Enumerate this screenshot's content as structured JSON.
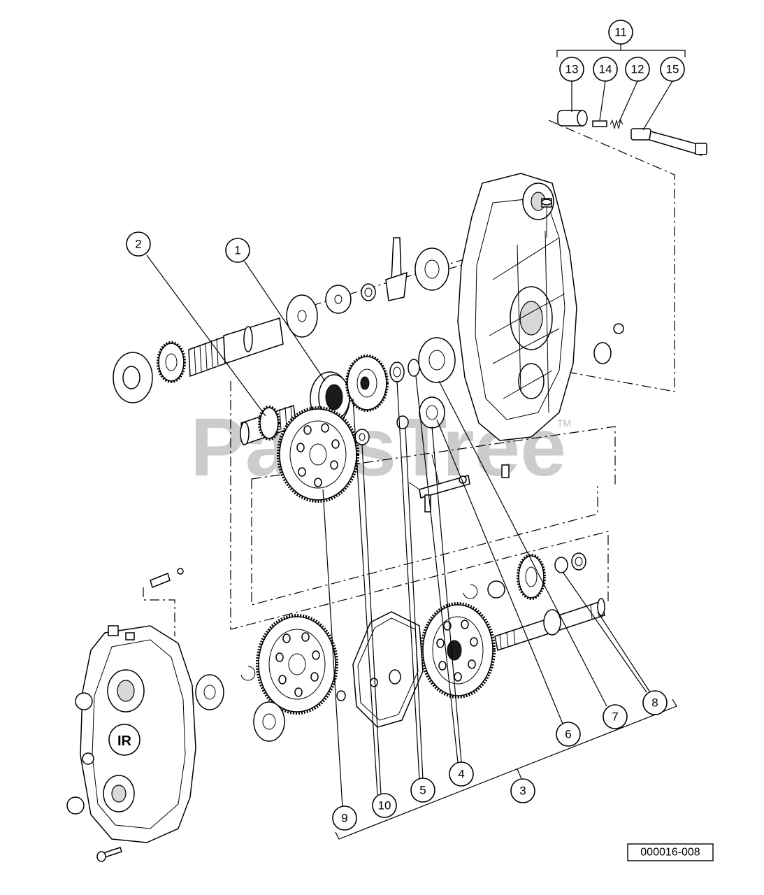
{
  "figure_id": "000016-008",
  "watermark": {
    "text": "PartsTree",
    "trademark": "TM"
  },
  "callouts": [
    {
      "id": "1",
      "label": "1"
    },
    {
      "id": "2",
      "label": "2"
    },
    {
      "id": "3",
      "label": "3"
    },
    {
      "id": "4",
      "label": "4"
    },
    {
      "id": "5",
      "label": "5"
    },
    {
      "id": "6",
      "label": "6"
    },
    {
      "id": "7",
      "label": "7"
    },
    {
      "id": "8",
      "label": "8"
    },
    {
      "id": "9",
      "label": "9"
    },
    {
      "id": "10",
      "label": "10"
    },
    {
      "id": "11",
      "label": "11"
    },
    {
      "id": "12",
      "label": "12"
    },
    {
      "id": "13",
      "label": "13"
    },
    {
      "id": "14",
      "label": "14"
    },
    {
      "id": "15",
      "label": "15"
    }
  ]
}
